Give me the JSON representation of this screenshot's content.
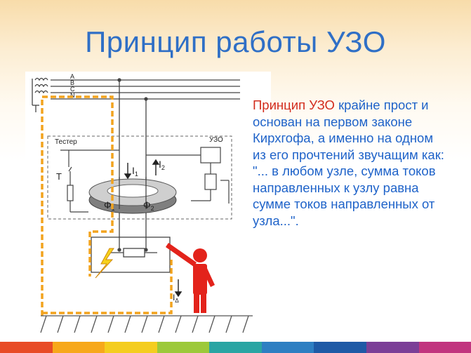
{
  "slide": {
    "title": "Принцип работы УЗО",
    "description": {
      "highlight": "Принцип УЗО",
      "text": " крайне прост и основан на первом законе Кирхгофа, а именно на одном из его прочтений звучащим как: \"... в любом узле, сумма токов направленных к узлу равна сумме токов направленных от узла...\"."
    }
  },
  "diagram": {
    "phase_labels": [
      "A",
      "B",
      "C",
      "N"
    ],
    "tester_label": "Тестер",
    "uzo_label": "УЗО",
    "t_label": "Т",
    "currents": {
      "i1": "I",
      "i1_sub": "1",
      "i2": "I",
      "i2_sub": "2",
      "idelta": "I",
      "idelta_sub": "Δ"
    },
    "flux": {
      "f1": "Ф",
      "f1_sub": "1",
      "f2": "Ф",
      "f2_sub": "2"
    }
  },
  "colors": {
    "title": "#2f6fc6",
    "text": "#1f63c9",
    "highlight": "#d22d1e",
    "person": "#e3231b",
    "leak_path": "#f2a31e",
    "bottom_bar": [
      "#e84c27",
      "#f7a81b",
      "#f4cd1f",
      "#9cc93a",
      "#2aa5a3",
      "#2e7fc2",
      "#1f5aa6",
      "#7b3f97",
      "#c1357f"
    ]
  }
}
